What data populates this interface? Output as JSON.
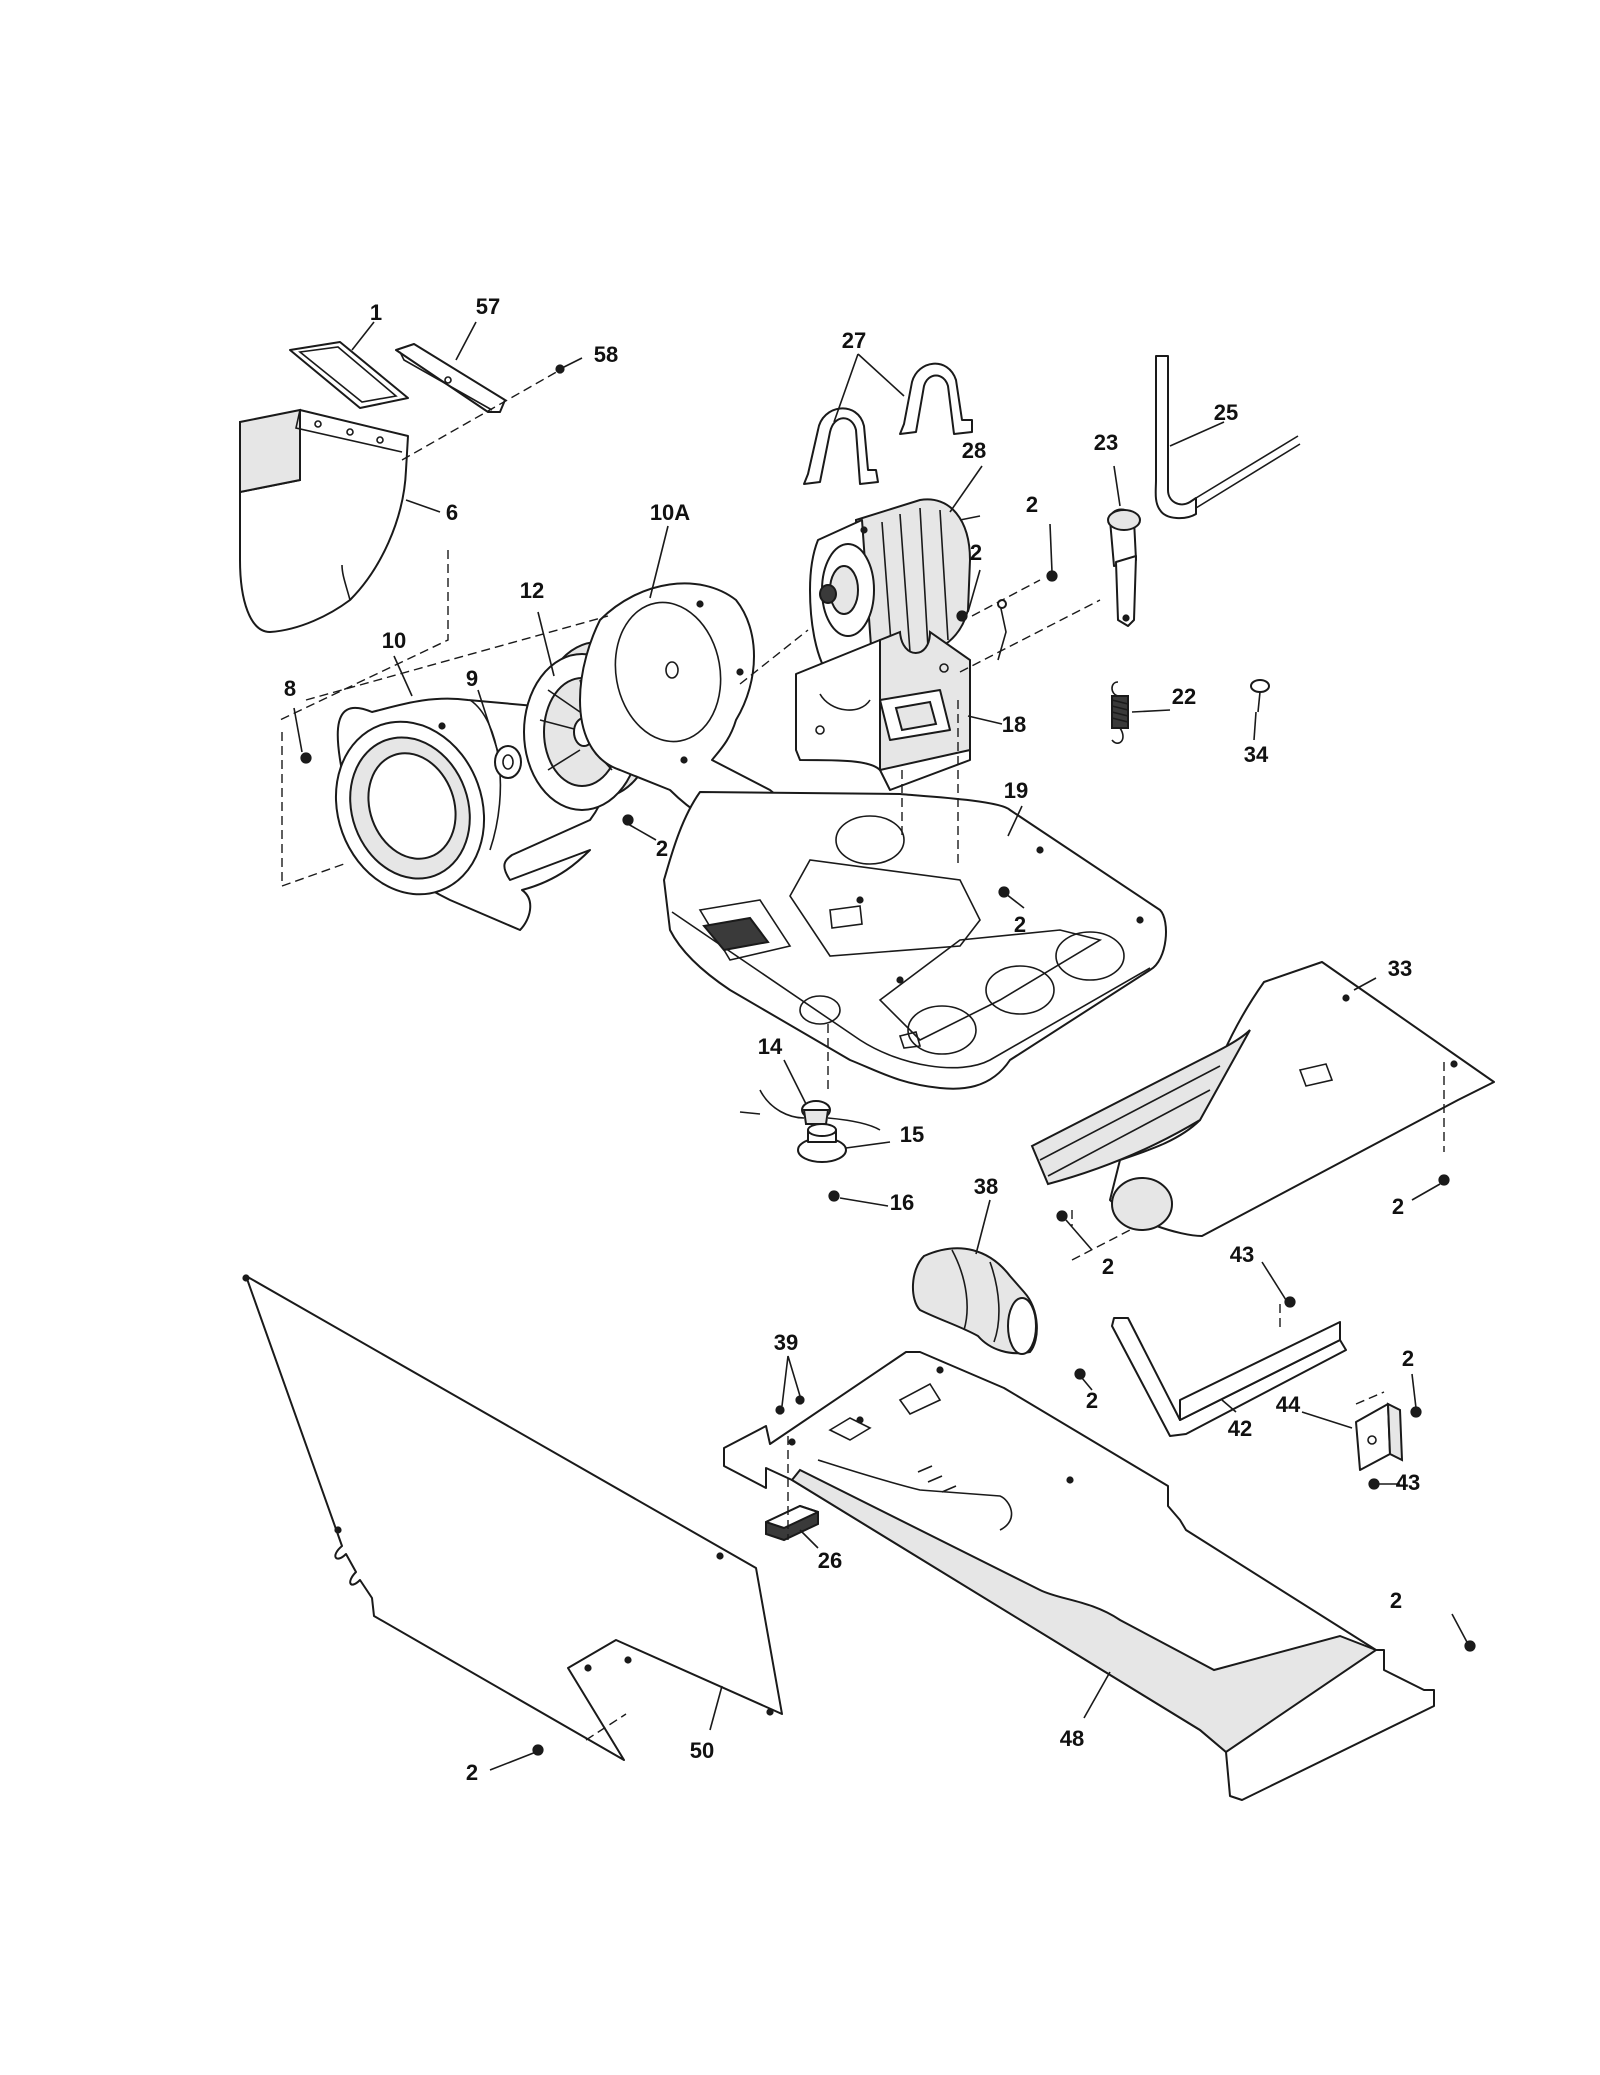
{
  "callouts": [
    {
      "id": "c1",
      "text": "1"
    },
    {
      "id": "c57",
      "text": "57"
    },
    {
      "id": "c58",
      "text": "58"
    },
    {
      "id": "c6",
      "text": "6"
    },
    {
      "id": "c10A",
      "text": "10A"
    },
    {
      "id": "c12",
      "text": "12"
    },
    {
      "id": "c10",
      "text": "10"
    },
    {
      "id": "c9",
      "text": "9"
    },
    {
      "id": "c8",
      "text": "8"
    },
    {
      "id": "c2a",
      "text": "2"
    },
    {
      "id": "c27",
      "text": "27"
    },
    {
      "id": "c28",
      "text": "28"
    },
    {
      "id": "c2b",
      "text": "2"
    },
    {
      "id": "c2c",
      "text": "2"
    },
    {
      "id": "c18",
      "text": "18"
    },
    {
      "id": "c23",
      "text": "23"
    },
    {
      "id": "c25",
      "text": "25"
    },
    {
      "id": "c22",
      "text": "22"
    },
    {
      "id": "c34",
      "text": "34"
    },
    {
      "id": "c19",
      "text": "19"
    },
    {
      "id": "c2d",
      "text": "2"
    },
    {
      "id": "c14",
      "text": "14"
    },
    {
      "id": "c15",
      "text": "15"
    },
    {
      "id": "c16",
      "text": "16"
    },
    {
      "id": "c33",
      "text": "33"
    },
    {
      "id": "c2e",
      "text": "2"
    },
    {
      "id": "c38",
      "text": "38"
    },
    {
      "id": "c2f",
      "text": "2"
    },
    {
      "id": "c43a",
      "text": "43"
    },
    {
      "id": "c39",
      "text": "39"
    },
    {
      "id": "c2g",
      "text": "2"
    },
    {
      "id": "c2h",
      "text": "2"
    },
    {
      "id": "c44",
      "text": "44"
    },
    {
      "id": "c42",
      "text": "42"
    },
    {
      "id": "c43b",
      "text": "43"
    },
    {
      "id": "c26",
      "text": "26"
    },
    {
      "id": "c2i",
      "text": "2"
    },
    {
      "id": "c48",
      "text": "48"
    },
    {
      "id": "c50",
      "text": "50"
    },
    {
      "id": "c2j",
      "text": "2"
    }
  ]
}
